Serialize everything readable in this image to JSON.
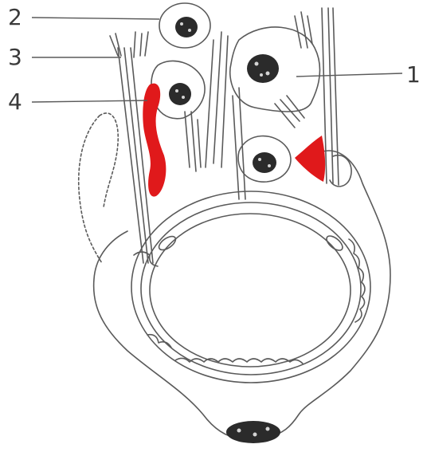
{
  "labels": {
    "l1": "1",
    "l2": "2",
    "l3": "3",
    "l4": "4"
  },
  "colors": {
    "line": "#5a5a5a",
    "highlight": "#e0191b",
    "nucleus": "#2b2b2b",
    "background": "#ffffff"
  }
}
